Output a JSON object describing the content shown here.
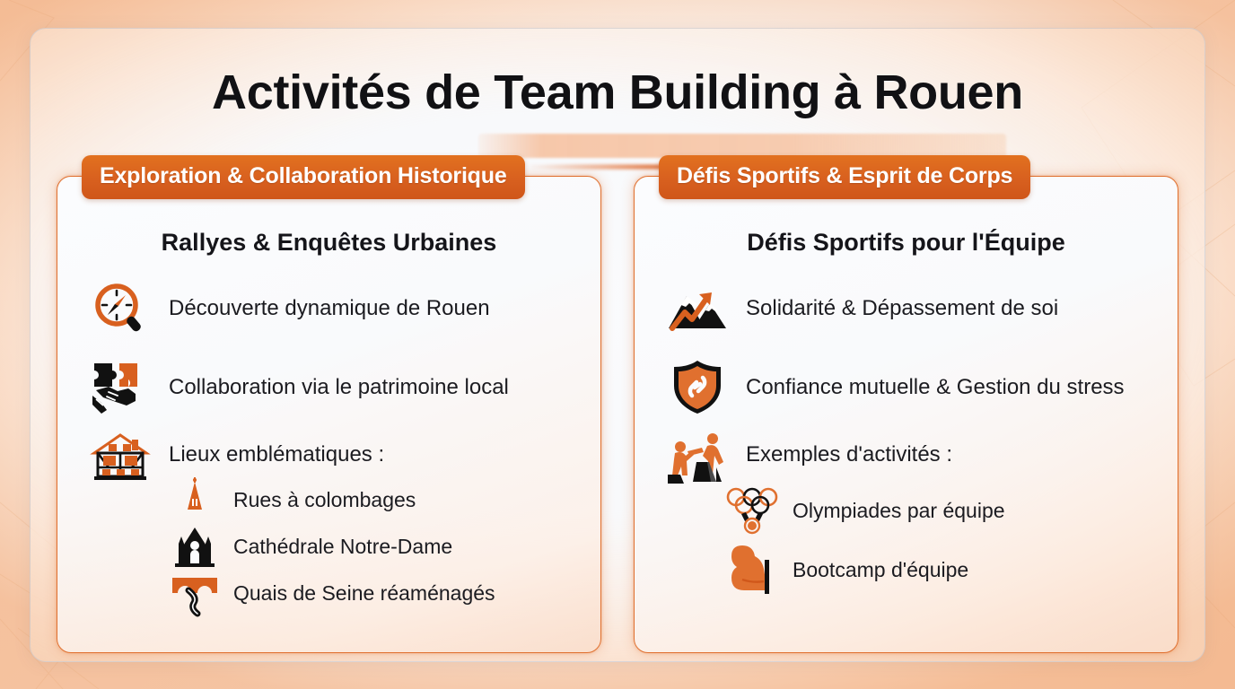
{
  "page": {
    "title_prefix": "Activités de ",
    "title_highlight": "Team Building à Rouen",
    "title_full": "Activités de Team Building à Rouen",
    "accent_color": "#e0702f",
    "badge_color": "#d8601f",
    "text_color": "#1b1b20",
    "card_background": "#f8f9fb"
  },
  "panels": [
    {
      "badge": "Exploration & Collaboration Historique",
      "subtitle": "Rallyes & Enquêtes Urbaines",
      "items": [
        {
          "icon": "compass-magnifier-icon",
          "label": "Découverte dynamique de Rouen"
        },
        {
          "icon": "puzzle-handshake-icon",
          "label": "Collaboration via le patrimoine local"
        },
        {
          "icon": "half-timbered-house-icon",
          "label": "Lieux emblématiques :"
        }
      ],
      "sub_items": [
        {
          "icon": "cathedral-spire-icon",
          "label": "Rues à colombages"
        },
        {
          "icon": "cathedral-icon",
          "label": "Cathédrale Notre-Dame"
        },
        {
          "icon": "bridge-river-icon",
          "label": "Quais de Seine réaménagés"
        }
      ]
    },
    {
      "badge": "Défis Sportifs & Esprit de Corps",
      "subtitle": "Défis Sportifs pour l'Équipe",
      "items": [
        {
          "icon": "mountain-arrow-icon",
          "label": "Solidarité & Dépassement de soi"
        },
        {
          "icon": "shield-chain-icon",
          "label": "Confiance mutuelle & Gestion du stress"
        },
        {
          "icon": "climbers-helping-icon",
          "label": "Exemples d'activités :"
        }
      ],
      "sub_items": [
        {
          "icon": "olympic-rings-medal-icon",
          "label": "Olympiades par équipe"
        },
        {
          "icon": "flexed-bicep-icon",
          "label": "Bootcamp d'équipe"
        }
      ]
    }
  ]
}
